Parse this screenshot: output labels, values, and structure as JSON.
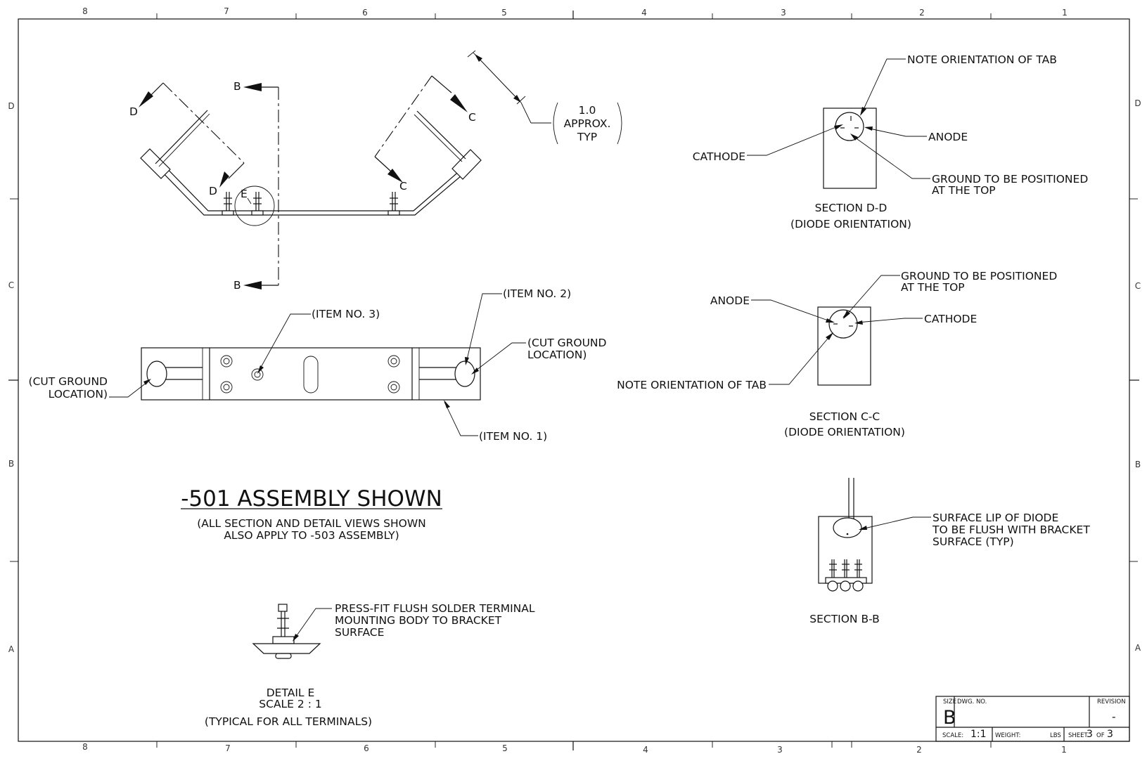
{
  "zones": {
    "columns": [
      "8",
      "7",
      "6",
      "5",
      "4",
      "3",
      "2",
      "1"
    ],
    "rows": [
      "D",
      "C",
      "B",
      "A"
    ]
  },
  "main_view": {
    "section_b": "B",
    "section_c": "C",
    "section_d": "D",
    "detail_e": "E",
    "dimension": [
      "1.0",
      "APPROX.",
      "TYP"
    ]
  },
  "plan_view": {
    "item_1": "(ITEM NO. 1)",
    "item_2": "(ITEM NO. 2)",
    "item_3": "(ITEM NO. 3)",
    "cut_ground_left": [
      "(CUT GROUND",
      "LOCATION)"
    ],
    "cut_ground_right": [
      "(CUT GROUND",
      "LOCATION)"
    ]
  },
  "assembly": {
    "title": "-501 ASSEMBLY SHOWN",
    "note": [
      "(ALL SECTION AND DETAIL VIEWS SHOWN",
      "ALSO APPLY TO -503 ASSEMBLY)"
    ]
  },
  "detail_e": {
    "note": [
      "PRESS-FIT FLUSH SOLDER TERMINAL",
      "MOUNTING BODY TO BRACKET",
      "SURFACE"
    ],
    "title": "DETAIL E",
    "scale": "SCALE 2 : 1",
    "typical": "(TYPICAL FOR ALL TERMINALS)"
  },
  "section_dd": {
    "tab_note": "NOTE ORIENTATION OF TAB",
    "anode": "ANODE",
    "cathode": "CATHODE",
    "ground": [
      "GROUND TO BE POSITIONED",
      "AT THE TOP"
    ],
    "title": "SECTION D-D",
    "subtitle": "(DIODE ORIENTATION)"
  },
  "section_cc": {
    "ground": [
      "GROUND TO BE POSITIONED",
      "AT THE TOP"
    ],
    "anode": "ANODE",
    "cathode": "CATHODE",
    "tab_note": "NOTE ORIENTATION OF TAB",
    "title": "SECTION C-C",
    "subtitle": "(DIODE ORIENTATION)"
  },
  "section_bb": {
    "note": [
      "SURFACE LIP OF DIODE",
      "TO BE FLUSH WITH BRACKET",
      "SURFACE (TYP)"
    ],
    "title": "SECTION B-B"
  },
  "title_block": {
    "size_label": "SIZE",
    "size": "B",
    "dwg_label": "DWG. NO.",
    "rev_label": "REVISION",
    "revision": "-",
    "scale_label": "SCALE:",
    "scale": "1:1",
    "weight_label": "WEIGHT:",
    "weight_unit": "LBS",
    "sheet_label": "SHEET",
    "sheet": "3",
    "of_label": "OF",
    "sheets": "3"
  }
}
